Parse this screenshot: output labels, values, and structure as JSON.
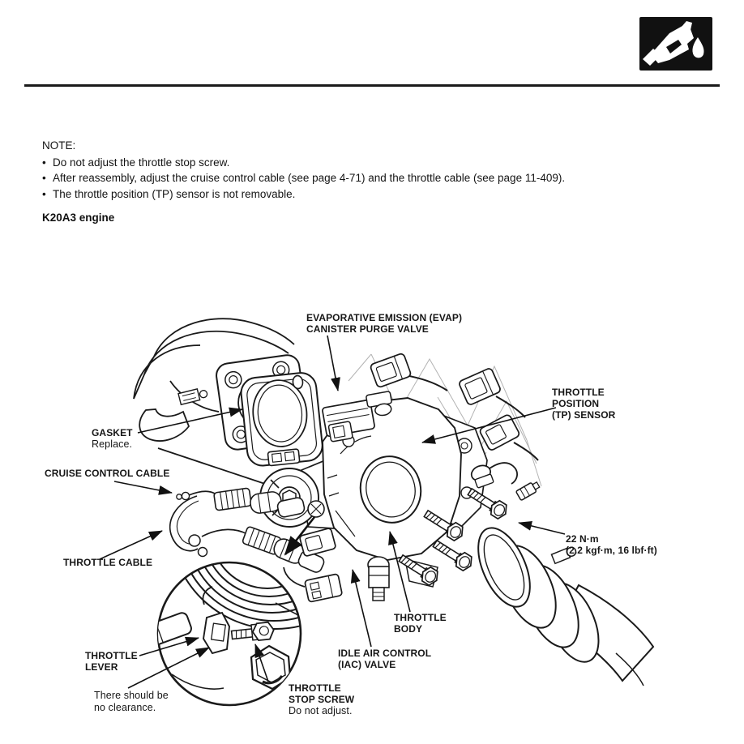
{
  "page": {
    "note": {
      "title": "NOTE:",
      "bullet_char": "•",
      "bullets": [
        "Do not adjust the throttle stop screw.",
        "After reassembly, adjust the cruise control cable (see page 4-71) and the throttle cable (see page 11-409).",
        "The throttle position (TP) sensor is not removable."
      ]
    },
    "engine_heading": "K20A3 engine"
  },
  "header": {
    "fuel_icon": "fuel-nozzle-icon"
  },
  "diagram": {
    "labels": {
      "evap": {
        "line1": "EVAPORATIVE EMISSION (EVAP)",
        "line2": "CANISTER PURGE VALVE"
      },
      "tp_sensor": {
        "line1": "THROTTLE",
        "line2": "POSITION",
        "line3": "(TP) SENSOR"
      },
      "gasket": {
        "line1": "GASKET",
        "line2": "Replace."
      },
      "cruise_cable": {
        "line1": "CRUISE CONTROL CABLE"
      },
      "throttle_cable": {
        "line1": "THROTTLE CABLE"
      },
      "torque": {
        "line1": "22 N·m",
        "line2": "(2.2 kgf·m, 16 lbf·ft)"
      },
      "throttle_body": {
        "line1": "THROTTLE",
        "line2": "BODY"
      },
      "iac_valve": {
        "line1": "IDLE AIR CONTROL",
        "line2": "(IAC) VALVE"
      },
      "throttle_lever": {
        "line1": "THROTTLE",
        "line2": "LEVER"
      },
      "clearance_note": {
        "line1": "There should be",
        "line2": "no clearance."
      },
      "stop_screw": {
        "line1": "THROTTLE",
        "line2": "STOP SCREW",
        "line3": "Do not adjust."
      }
    }
  }
}
